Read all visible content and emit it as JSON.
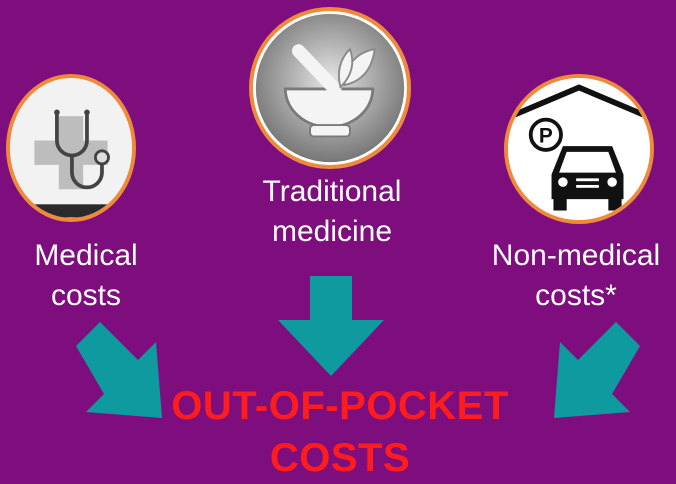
{
  "sources": {
    "medical": {
      "line1": "Medical",
      "line2": "costs",
      "icon": "stethoscope-cross-icon"
    },
    "traditional": {
      "line1": "Traditional",
      "line2": "medicine",
      "icon": "mortar-pestle-icon"
    },
    "non_medical": {
      "line1": "Non-medical",
      "line2": "costs*",
      "icon": "parking-car-icon"
    }
  },
  "result": {
    "line1": "OUT-OF-POCKET",
    "line2": "COSTS"
  },
  "colors": {
    "background": "#7e0e7e",
    "circle_border": "#ef8a3a",
    "arrow": "#0f9a9f",
    "result_text": "#ff1c1c",
    "label_text": "#ffffff"
  }
}
